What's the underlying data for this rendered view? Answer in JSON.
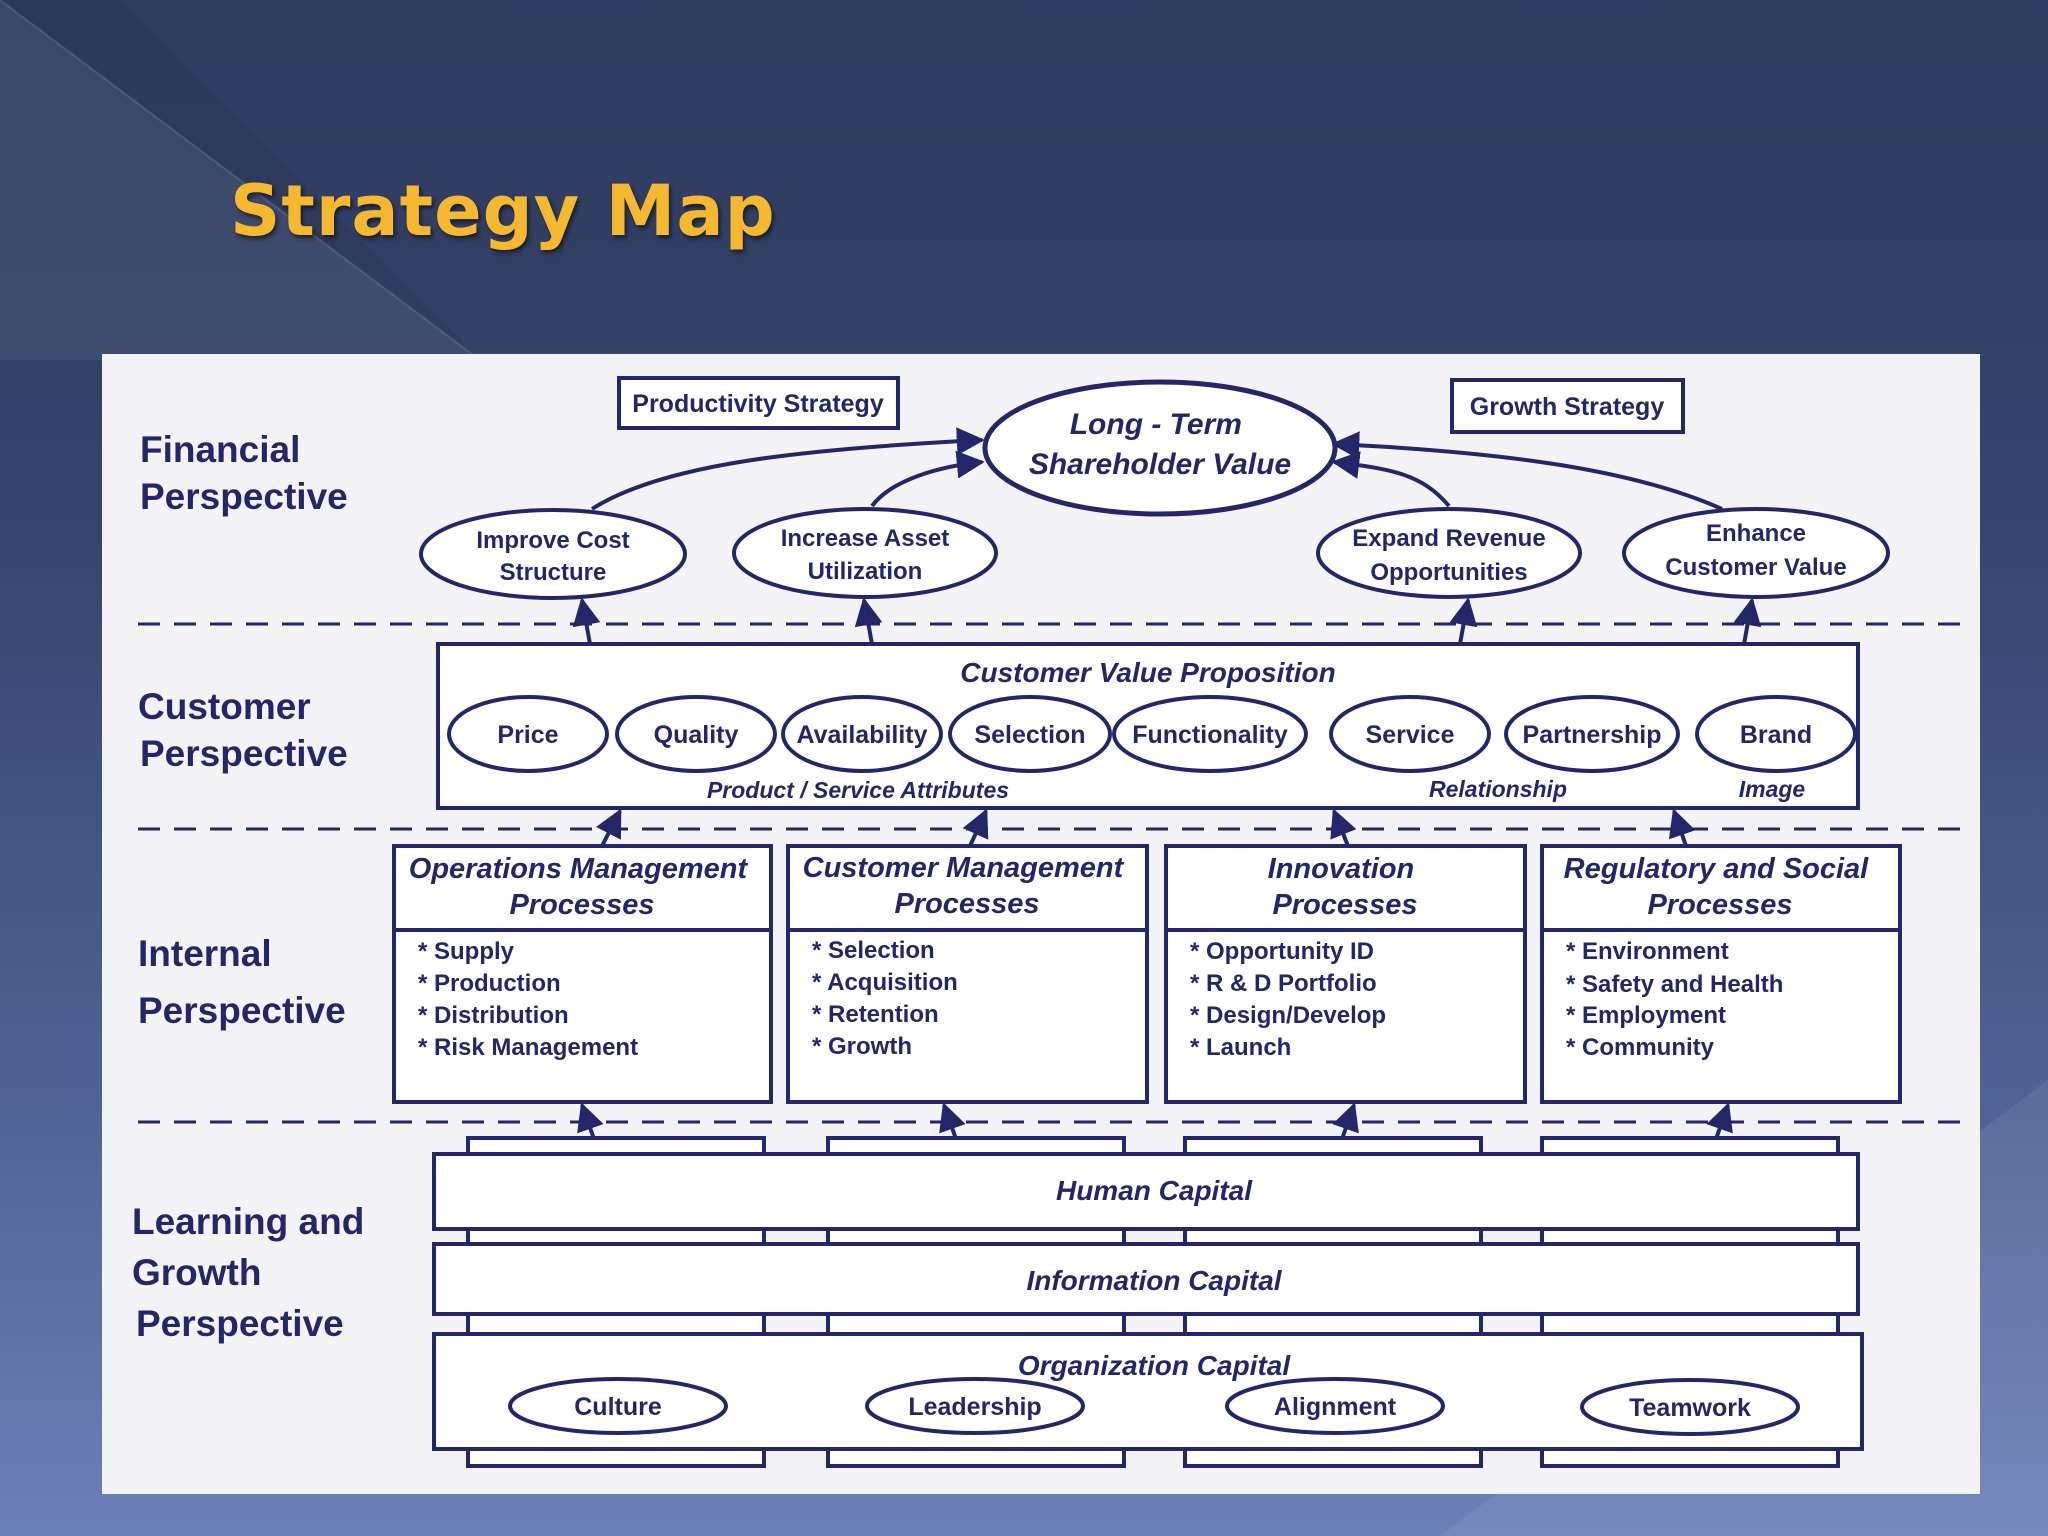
{
  "slide": {
    "title": "Strategy Map",
    "colors": {
      "title": "#f5b82e",
      "ink": "#23276a",
      "panel": "#f3f3f5"
    }
  },
  "perspectives": {
    "financial": [
      "Financial",
      "Perspective"
    ],
    "customer": [
      "Customer",
      "Perspective"
    ],
    "internal": [
      "Internal",
      "Perspective"
    ],
    "learning": [
      "Learning and",
      "Growth",
      "Perspective"
    ]
  },
  "financial": {
    "productivity_strategy": "Productivity Strategy",
    "growth_strategy": "Growth Strategy",
    "goal": [
      "Long - Term",
      "Shareholder Value"
    ],
    "objectives": [
      [
        "Improve Cost",
        "Structure"
      ],
      [
        "Increase Asset",
        "Utilization"
      ],
      [
        "Expand Revenue",
        "Opportunities"
      ],
      [
        "Enhance",
        "Customer Value"
      ]
    ]
  },
  "customer": {
    "title": "Customer Value Proposition",
    "attributes": [
      "Price",
      "Quality",
      "Availability",
      "Selection",
      "Functionality",
      "Service",
      "Partnership",
      "Brand"
    ],
    "groups": [
      "Product / Service Attributes",
      "Relationship",
      "Image"
    ]
  },
  "internal": {
    "processes": [
      {
        "title": [
          "Operations Management",
          "Processes"
        ],
        "items": [
          "* Supply",
          "* Production",
          "* Distribution",
          "* Risk Management"
        ]
      },
      {
        "title": [
          "Customer Management",
          "Processes"
        ],
        "items": [
          "* Selection",
          "* Acquisition",
          "* Retention",
          "* Growth"
        ]
      },
      {
        "title": [
          "Innovation",
          "Processes"
        ],
        "items": [
          "* Opportunity ID",
          "* R & D Portfolio",
          "* Design/Develop",
          "* Launch"
        ]
      },
      {
        "title": [
          "Regulatory and Social",
          "Processes"
        ],
        "items": [
          "* Environment",
          "* Safety and Health",
          "* Employment",
          "* Community"
        ]
      }
    ]
  },
  "learning": {
    "human": "Human Capital",
    "information": "Information Capital",
    "organization": "Organization Capital",
    "org_items": [
      "Culture",
      "Leadership",
      "Alignment",
      "Teamwork"
    ]
  }
}
